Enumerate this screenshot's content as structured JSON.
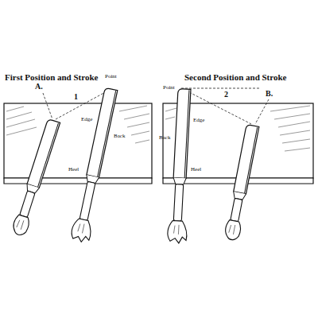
{
  "diagram": {
    "labels": [
      "First Position and Stroke",
      "Point",
      "A.",
      "1",
      "Edge",
      "Back",
      "Heel",
      "Second Position and Stroke",
      "Point",
      "2",
      "B.",
      "Edge",
      "Back",
      "Heel"
    ]
  }
}
